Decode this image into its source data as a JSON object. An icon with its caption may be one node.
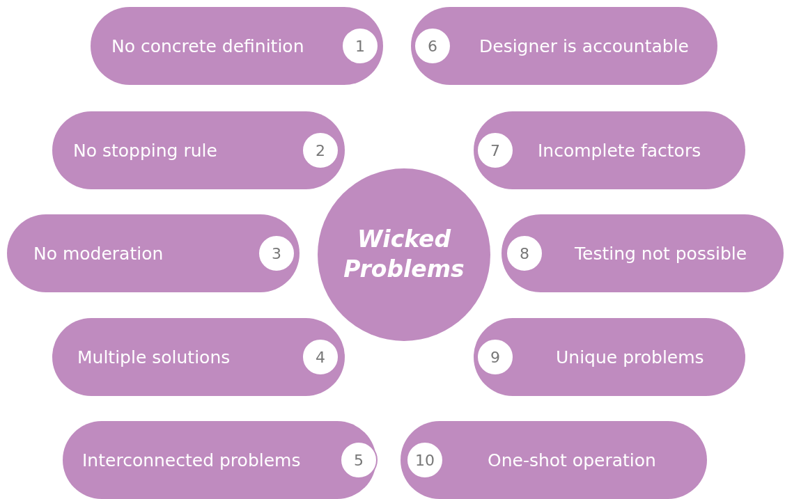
{
  "diagram": {
    "nodes": [
      {
        "text": [
          "Wicked Problems"
        ]
      },
      {
        "text": [
          "No concrete definition"
        ]
      },
      {
        "text": [
          "1"
        ],
        "in": 1
      },
      {
        "text": [
          "Designer is accountable"
        ]
      },
      {
        "text": [
          "6"
        ],
        "in": 3
      },
      {
        "text": [
          "No stopping rule"
        ]
      },
      {
        "text": [
          "2"
        ],
        "in": 5
      },
      {
        "text": [
          "Incomplete factors"
        ]
      },
      {
        "text": [
          "7"
        ],
        "in": 7
      },
      {
        "text": [
          "No moderation"
        ]
      },
      {
        "text": [
          "3"
        ],
        "in": 9
      },
      {
        "text": [
          "Testing not possible"
        ]
      },
      {
        "text": [
          "8"
        ],
        "in": 11
      },
      {
        "text": [
          "Multiple solutions"
        ]
      },
      {
        "text": [
          "4"
        ],
        "in": 13
      },
      {
        "text": [
          "Unique problems"
        ]
      },
      {
        "text": [
          "9"
        ],
        "in": 15
      },
      {
        "text": [
          "Interconnected problems"
        ]
      },
      {
        "text": [
          "5"
        ],
        "in": 17
      },
      {
        "text": [
          "One-shot operation"
        ]
      },
      {
        "text": [
          "10"
        ],
        "in": 19
      }
    ],
    "edges": []
  }
}
